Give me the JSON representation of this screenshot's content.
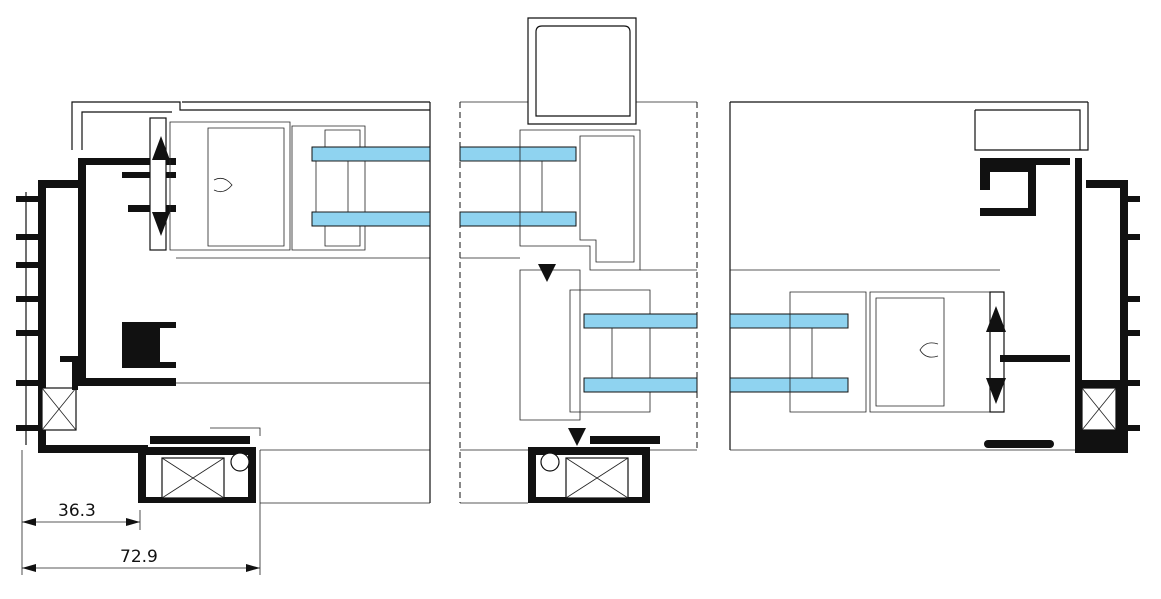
{
  "dimensions": [
    {
      "id": "dim-1",
      "label": "36.3"
    },
    {
      "id": "dim-2",
      "label": "72.9"
    }
  ],
  "colors": {
    "line": "#111111",
    "glass": "#8fd3f0",
    "background": "#ffffff"
  }
}
